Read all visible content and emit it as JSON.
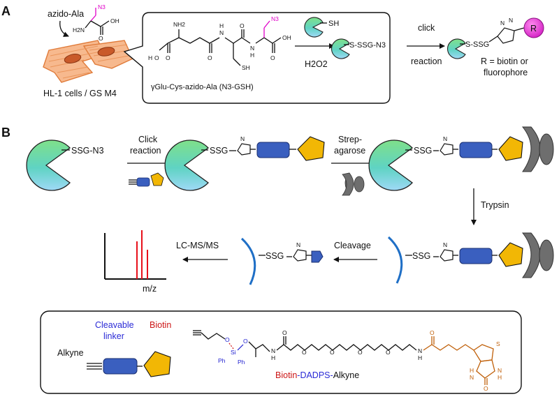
{
  "panel_a": {
    "label": "A",
    "azido_ala": "azido-Ala",
    "cells_label": "HL-1 cells / GS M4",
    "n3": "N3",
    "h2n": "H2N",
    "oh": "OH",
    "nh2": "NH2",
    "h": "H",
    "n": "N",
    "o": "O",
    "sh": "SH",
    "compound_label": "γGlu-Cys-azido-Ala (N3-GSH)",
    "protein_sh": "SH",
    "oxidant": "H2O2",
    "s_ssg_n3": "S-SSG-N3",
    "click_line1": "click",
    "click_line2": "reaction",
    "s_ssg": "S-SSG",
    "r_letter": "R",
    "r_def_line1": "R = biotin or",
    "r_def_line2": "fluorophore"
  },
  "panel_b": {
    "label": "B",
    "ssg_n3": "SSG-N3",
    "click_line1": "Click",
    "click_line2": "reaction",
    "ssg": "SSG",
    "strep_line1": "Strep-",
    "strep_line2": "agarose",
    "trypsin": "Trypsin",
    "cleavage": "Cleavage",
    "lcms": "LC-MS/MS",
    "mz": "m/z",
    "n_letter": "N",
    "colors": {
      "linker": "#3a5fbf",
      "biotin": "#f2b705",
      "peptide": "#1f6fc6",
      "streptavidin": "#6e6e6e",
      "ms_peaks": "#e8101a",
      "azide": "#e000c8",
      "reagent_r": "#e23ad8"
    },
    "ms_peaks_shown": 3
  },
  "legend": {
    "alkyne": "Alkyne",
    "cleavable_line1": "Cleavable",
    "cleavable_line2": "linker",
    "biotin": "Biotin",
    "reagent_part1": "Biotin",
    "reagent_part2": "-DADPS-",
    "reagent_part3": "Alkyne",
    "si": "Si",
    "ph": "Ph",
    "o": "O",
    "n": "N",
    "h": "H",
    "s": "S"
  }
}
